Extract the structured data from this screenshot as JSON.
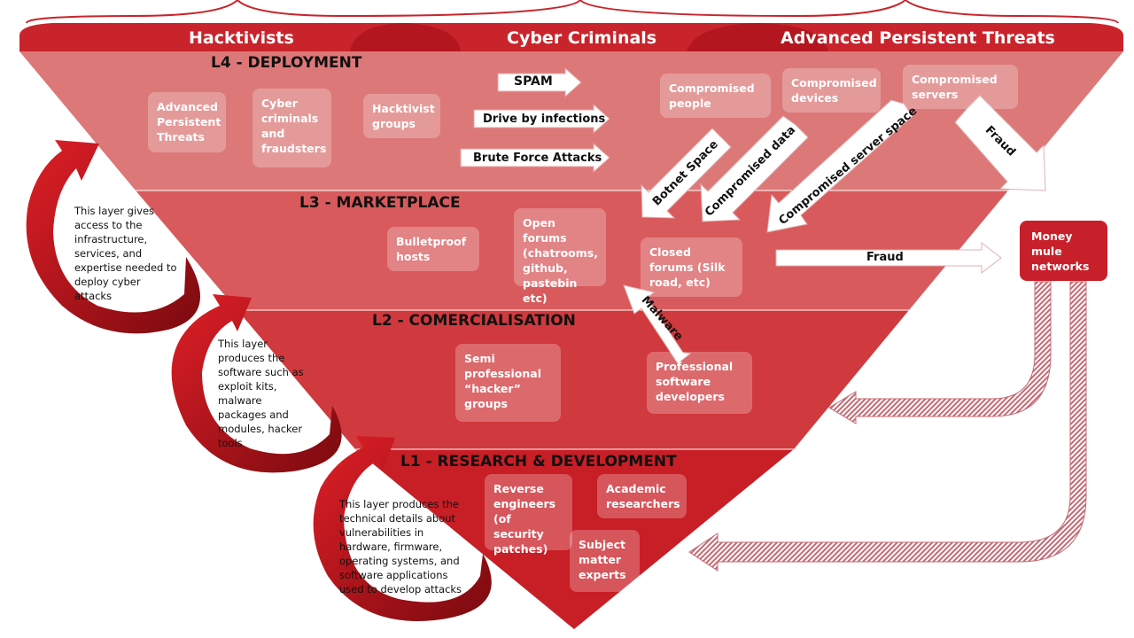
{
  "header": {
    "actors": [
      "Hacktivists",
      "Cyber Criminals",
      "Advanced Persistent Threats"
    ]
  },
  "layers": {
    "l4": "L4 - DEPLOYMENT",
    "l3": "L3 - MARKETPLACE",
    "l2": "L2 - COMERCIALISATION",
    "l1": "L1 - RESEARCH & DEVELOPMENT"
  },
  "deployment": {
    "actors": {
      "apt": "Advanced Persistent Threats",
      "cyber": "Cyber criminals and fraudsters",
      "hacktivist": "Hacktivist groups"
    },
    "attacks": [
      "SPAM",
      "Drive by infections",
      "Brute Force Attacks"
    ],
    "compromised": {
      "people": "Compromised people",
      "devices": "Compromised devices",
      "servers": "Compromised servers"
    }
  },
  "flows": {
    "botnet": "Botnet Space",
    "data": "Compromised data",
    "server_space": "Compromised server space",
    "fraud_diag": "Fraud",
    "fraud_horiz": "Fraud",
    "malware": "Malware"
  },
  "marketplace": {
    "bulletproof": "Bulletproof hosts",
    "open_forums": "Open forums (chatrooms, github, pastebin etc)",
    "closed_forums": "Closed forums (Silk road, etc)"
  },
  "money_mule": "Money mule networks",
  "commercialisation": {
    "semi": "Semi professional “hacker” groups",
    "pro": "Professional software developers"
  },
  "research": {
    "reverse": "Reverse engineers (of security patches)",
    "academic": "Academic researchers",
    "sme": "Subject matter experts"
  },
  "notes": {
    "n1": "This layer gives access to the infrastructure, services, and expertise needed to deploy cyber attacks",
    "n2": "This layer produces the software such as exploit kits, malware packages and modules, hacker tools",
    "n3": "This layer produces the technical details about vulnerabilities in hardware, firmware, operating systems, and software applications used to develop attacks"
  },
  "colors": {
    "banner": "#c9242c",
    "l4": "#dd7878",
    "l3": "#d85a5c",
    "l2": "#d0393d",
    "l1": "#c81e26",
    "arrow_dark": "#8b0d12"
  }
}
